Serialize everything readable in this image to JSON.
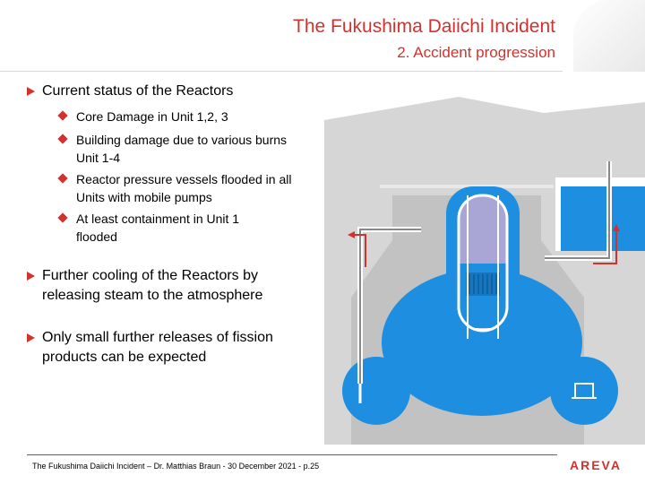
{
  "header": {
    "title": "The Fukushima Daiichi Incident",
    "subtitle": "2. Accident progression"
  },
  "bullets": [
    {
      "text": "Current status of the Reactors",
      "subs": [
        "Core Damage in Unit 1,2, 3",
        "Building damage due to various burns Unit 1-4",
        "Reactor pressure vessels  flooded in all Units with mobile pumps",
        "At least containment in Unit 1 flooded"
      ]
    },
    {
      "text": "Further cooling of the Reactors by releasing steam to the atmosphere"
    },
    {
      "text": "Only small further releases of fission products can be expected"
    }
  ],
  "footer": {
    "text": "The Fukushima Daiichi Incident – Dr. Matthias Braun - 30 December 2021 - p.25",
    "logo": "AREVA"
  },
  "colors": {
    "accent": "#d2322d",
    "water": "#1e8fe0",
    "concrete": "#d6d6d6",
    "vessel_top": "#a9a6d6"
  }
}
